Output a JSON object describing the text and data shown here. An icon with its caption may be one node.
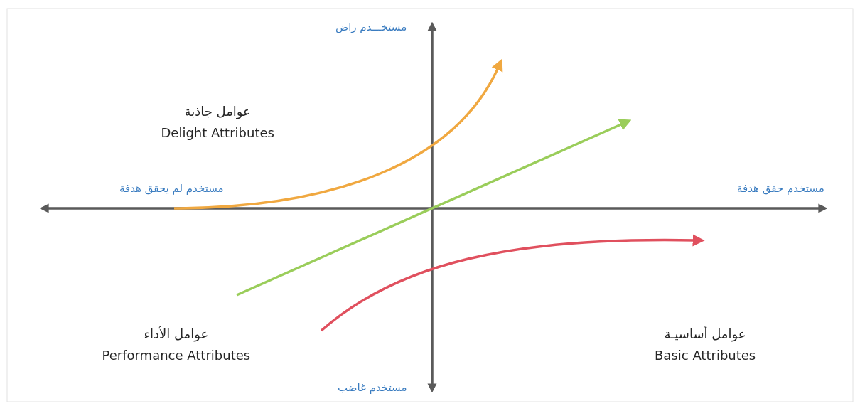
{
  "diagram": {
    "labels": [
      "مستخـــدم راض",
      "مستخدم لم يحقق هدفة",
      "مستخدم حقق هدفة",
      "عوامل جاذبة",
      "Delight Attributes",
      "عوامل الأداء",
      "Performance Attributes",
      "عوامل أساسيـة",
      "Basic Attributes",
      "مستخدم غاضب"
    ]
  }
}
